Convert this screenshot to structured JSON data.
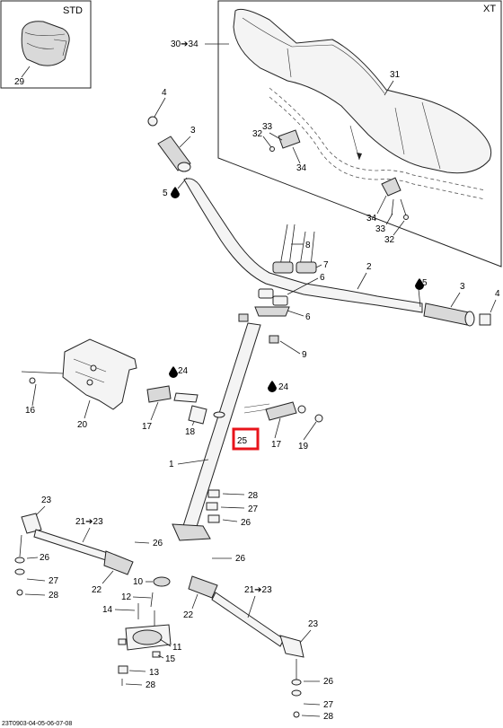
{
  "boxes": {
    "std_title": "STD",
    "xt_title": "XT"
  },
  "callouts": {
    "c1": "1",
    "c2": "2",
    "c3a": "3",
    "c3b": "3",
    "c4a": "4",
    "c4b": "4",
    "c5a": "5",
    "c5b": "5",
    "c6a": "6",
    "c6b": "6",
    "c7": "7",
    "c8": "8",
    "c9": "9",
    "c10": "10",
    "c11": "11",
    "c12": "12",
    "c13": "13",
    "c14": "14",
    "c15": "15",
    "c16": "16",
    "c17a": "17",
    "c17b": "17",
    "c18": "18",
    "c19": "19",
    "c20": "20",
    "c21a": "21➔23",
    "c21b": "21➔23",
    "c22a": "22",
    "c22b": "22",
    "c23a": "23",
    "c23b": "23",
    "c24a": "24",
    "c24b": "24",
    "c25": "25",
    "c26a": "26",
    "c26b": "26",
    "c26c": "26",
    "c26d": "26",
    "c26e": "26",
    "c27a": "27",
    "c27b": "27",
    "c27c": "27",
    "c28a": "28",
    "c28b": "28",
    "c28c": "28",
    "c28d": "28",
    "c29": "29",
    "c30": "30➔34",
    "c31": "31",
    "c32a": "32",
    "c32b": "32",
    "c33a": "33",
    "c33b": "33",
    "c34a": "34",
    "c34b": "34"
  },
  "highlight": {
    "label": "25",
    "color": "#e8141b"
  },
  "drawing_code": "23T0903-04-05-06-07-08"
}
